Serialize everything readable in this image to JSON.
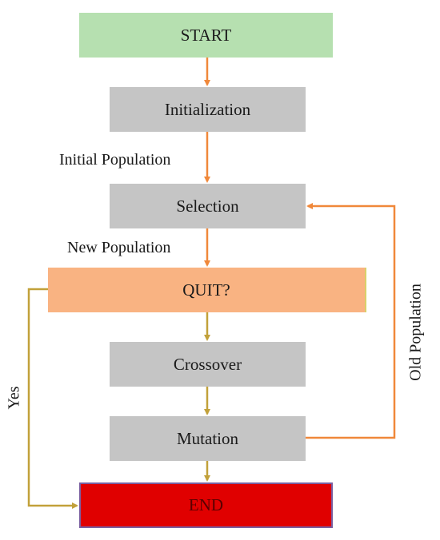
{
  "nodes": {
    "start": "START",
    "initialization": "Initialization",
    "selection": "Selection",
    "quit": "QUIT?",
    "crossover": "Crossover",
    "mutation": "Mutation",
    "end": "END"
  },
  "edge_labels": {
    "initial_population": "Initial Population",
    "new_population": "New Population",
    "old_population": "Old Population",
    "yes": "Yes"
  },
  "colors": {
    "start_fill": "#b6e0b0",
    "process_fill": "#c5c5c5",
    "quit_fill": "#f9b382",
    "end_fill": "#e00000",
    "orange_arrow": "#f0883a",
    "olive_arrow": "#c2a13a"
  }
}
